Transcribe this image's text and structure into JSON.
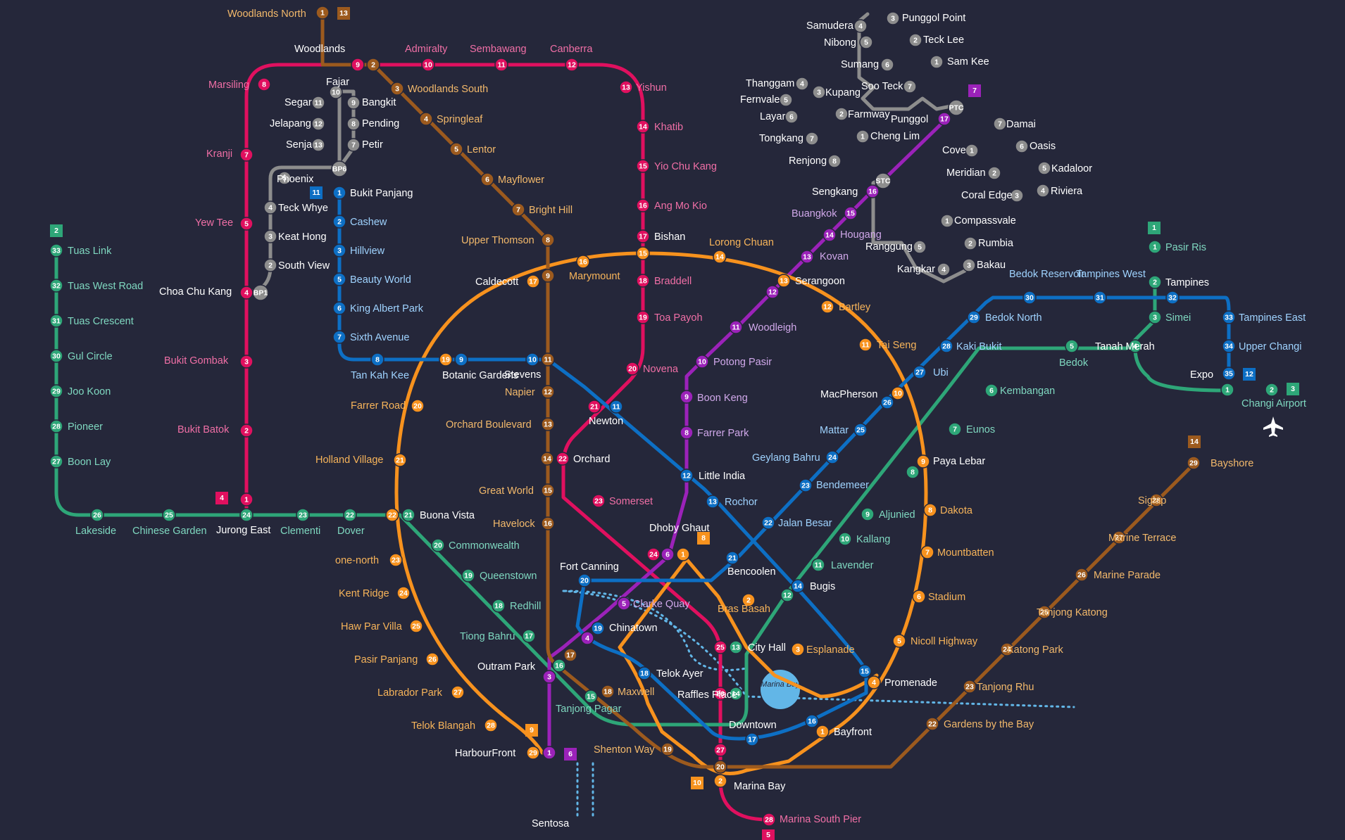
{
  "colors": {
    "background": "#25273a",
    "ns": "#e0105f",
    "ew": "#2ea678",
    "ne": "#9b22b9",
    "cc": "#f7921e",
    "dt": "#0d6fc4",
    "te": "#9c5a1e",
    "lrt": "#8d8d8d",
    "white_label": "#ffffff",
    "sea": "#62b6e7",
    "bus_icon": "#8fe39a"
  },
  "lines": {
    "NS": {
      "label": "1"
    },
    "EW": {
      "label": "2"
    },
    "CG": {
      "label": "3"
    },
    "NS_branch": {
      "label": "4"
    },
    "NS_ext": {
      "label": "5"
    },
    "NE": {
      "label": "6"
    },
    "PG": {
      "label": "7"
    },
    "CC": {
      "label": "8"
    },
    "CE": {
      "label": "9"
    },
    "CC_ext": {
      "label": "10"
    },
    "BP": {
      "label": "11"
    },
    "DT": {
      "label": "12"
    },
    "TE_n": {
      "label": "13"
    },
    "TE_e": {
      "label": "14"
    }
  },
  "landmarks": {
    "marina_bay": "Marina Bay",
    "sentosa": "Sentosa",
    "changi_airport": "Changi Airport"
  },
  "stations": {
    "woodlands_north": "Woodlands North",
    "woodlands": "Woodlands",
    "admiralty": "Admiralty",
    "sembawang": "Sembawang",
    "canberra": "Canberra",
    "yishun": "Yishun",
    "khatib": "Khatib",
    "yio_chu_kang": "Yio Chu Kang",
    "ang_mo_kio": "Ang Mo Kio",
    "bishan": "Bishan",
    "braddell": "Braddell",
    "toa_payoh": "Toa Payoh",
    "novena": "Novena",
    "newton": "Newton",
    "orchard": "Orchard",
    "somerset": "Somerset",
    "dhoby_ghaut": "Dhoby Ghaut",
    "city_hall": "City Hall",
    "raffles_place": "Raffles Place",
    "marina_bay_stn": "Marina Bay",
    "marina_south_pier": "Marina South Pier",
    "marsiling": "Marsiling",
    "kranji": "Kranji",
    "yew_tee": "Yew Tee",
    "choa_chu_kang": "Choa Chu Kang",
    "bukit_gombak": "Bukit Gombak",
    "bukit_batok": "Bukit Batok",
    "jurong_east": "Jurong East",
    "woodlands_south": "Woodlands South",
    "springleaf": "Springleaf",
    "lentor": "Lentor",
    "mayflower": "Mayflower",
    "bright_hill": "Bright Hill",
    "upper_thomson": "Upper Thomson",
    "caldecott": "Caldecott",
    "stevens": "Stevens",
    "napier": "Napier",
    "orchard_boulevard": "Orchard Boulevard",
    "great_world": "Great World",
    "havelock": "Havelock",
    "outram_park": "Outram Park",
    "maxwell": "Maxwell",
    "shenton_way": "Shenton Way",
    "gardens_by_the_bay": "Gardens by the Bay",
    "tanjong_rhu": "Tanjong Rhu",
    "katong_park": "Katong Park",
    "tanjong_katong": "Tanjong Katong",
    "marine_parade": "Marine Parade",
    "marine_terrace": "Marine Terrace",
    "siglap": "Siglap",
    "bayshore": "Bayshore",
    "tuas_link": "Tuas Link",
    "tuas_west_road": "Tuas West Road",
    "tuas_crescent": "Tuas Crescent",
    "gul_circle": "Gul Circle",
    "joo_koon": "Joo Koon",
    "pioneer": "Pioneer",
    "boon_lay": "Boon Lay",
    "lakeside": "Lakeside",
    "chinese_garden": "Chinese Garden",
    "clementi": "Clementi",
    "dover": "Dover",
    "buona_vista": "Buona Vista",
    "commonwealth": "Commonwealth",
    "queenstown": "Queenstown",
    "redhill": "Redhill",
    "tiong_bahru": "Tiong Bahru",
    "tanjong_pagar": "Tanjong Pagar",
    "bugis": "Bugis",
    "lavender": "Lavender",
    "kallang": "Kallang",
    "aljunied": "Aljunied",
    "paya_lebar": "Paya Lebar",
    "eunos": "Eunos",
    "kembangan": "Kembangan",
    "bedok": "Bedok",
    "tanah_merah": "Tanah Merah",
    "simei": "Simei",
    "tampines": "Tampines",
    "pasir_ris": "Pasir Ris",
    "expo": "Expo",
    "harbourfront": "HarbourFront",
    "chinatown": "Chinatown",
    "clarke_quay": "Clarke Quay",
    "little_india": "Little India",
    "farrer_park": "Farrer Park",
    "boon_keng": "Boon Keng",
    "potong_pasir": "Potong Pasir",
    "woodleigh": "Woodleigh",
    "serangoon": "Serangoon",
    "kovan": "Kovan",
    "hougang": "Hougang",
    "buangkok": "Buangkok",
    "sengkang": "Sengkang",
    "punggol": "Punggol",
    "bras_basah": "Bras Basah",
    "esplanade": "Esplanade",
    "promenade": "Promenade",
    "nicoll_highway": "Nicoll Highway",
    "stadium": "Stadium",
    "mountbatten": "Mountbatten",
    "dakota": "Dakota",
    "macpherson": "MacPherson",
    "tai_seng": "Tai Seng",
    "bartley": "Bartley",
    "lorong_chuan": "Lorong Chuan",
    "marymount": "Marymount",
    "farrer_road": "Farrer Road",
    "holland_village": "Holland Village",
    "one_north": "one-north",
    "kent_ridge": "Kent Ridge",
    "haw_par_villa": "Haw Par Villa",
    "pasir_panjang": "Pasir Panjang",
    "labrador_park": "Labrador Park",
    "telok_blangah": "Telok Blangah",
    "bayfront": "Bayfront",
    "bukit_panjang": "Bukit Panjang",
    "cashew": "Cashew",
    "hillview": "Hillview",
    "beauty_world": "Beauty World",
    "king_albert_park": "King Albert Park",
    "sixth_avenue": "Sixth Avenue",
    "tan_kah_kee": "Tan Kah Kee",
    "botanic_gardens": "Botanic Gardens",
    "rochor": "Rochor",
    "downtown": "Downtown",
    "telok_ayer": "Telok Ayer",
    "fort_canning": "Fort Canning",
    "bencoolen": "Bencoolen",
    "jalan_besar": "Jalan Besar",
    "bendemeer": "Bendemeer",
    "geylang_bahru": "Geylang Bahru",
    "mattar": "Mattar",
    "ubi": "Ubi",
    "kaki_bukit": "Kaki Bukit",
    "bedok_north": "Bedok North",
    "bedok_reservoir": "Bedok Reservoir",
    "tampines_west": "Tampines West",
    "tampines_east": "Tampines East",
    "upper_changi": "Upper Changi",
    "phoenix": "Phoenix",
    "teck_whye": "Teck Whye",
    "keat_hong": "Keat Hong",
    "south_view": "South View",
    "fajar": "Fajar",
    "segar": "Segar",
    "jelapang": "Jelapang",
    "senja": "Senja",
    "bangkit": "Bangkit",
    "pending": "Pending",
    "petir": "Petir",
    "samudera": "Samudera",
    "nibong": "Nibong",
    "sumang": "Sumang",
    "soo_teck": "Soo Teck",
    "punggol_point": "Punggol Point",
    "teck_lee": "Teck Lee",
    "sam_kee": "Sam Kee",
    "thanggam": "Thanggam",
    "fernvale": "Fernvale",
    "layar": "Layar",
    "tongkang": "Tongkang",
    "renjong": "Renjong",
    "kupang": "Kupang",
    "farmway": "Farmway",
    "cheng_lim": "Cheng Lim",
    "damai": "Damai",
    "oasis": "Oasis",
    "kadaloor": "Kadaloor",
    "riviera": "Riviera",
    "cove": "Cove",
    "meridian": "Meridian",
    "coral_edge": "Coral Edge",
    "compassvale": "Compassvale",
    "rumbia": "Rumbia",
    "bakau": "Bakau",
    "kangkar": "Kangkar",
    "ranggung": "Ranggung"
  }
}
